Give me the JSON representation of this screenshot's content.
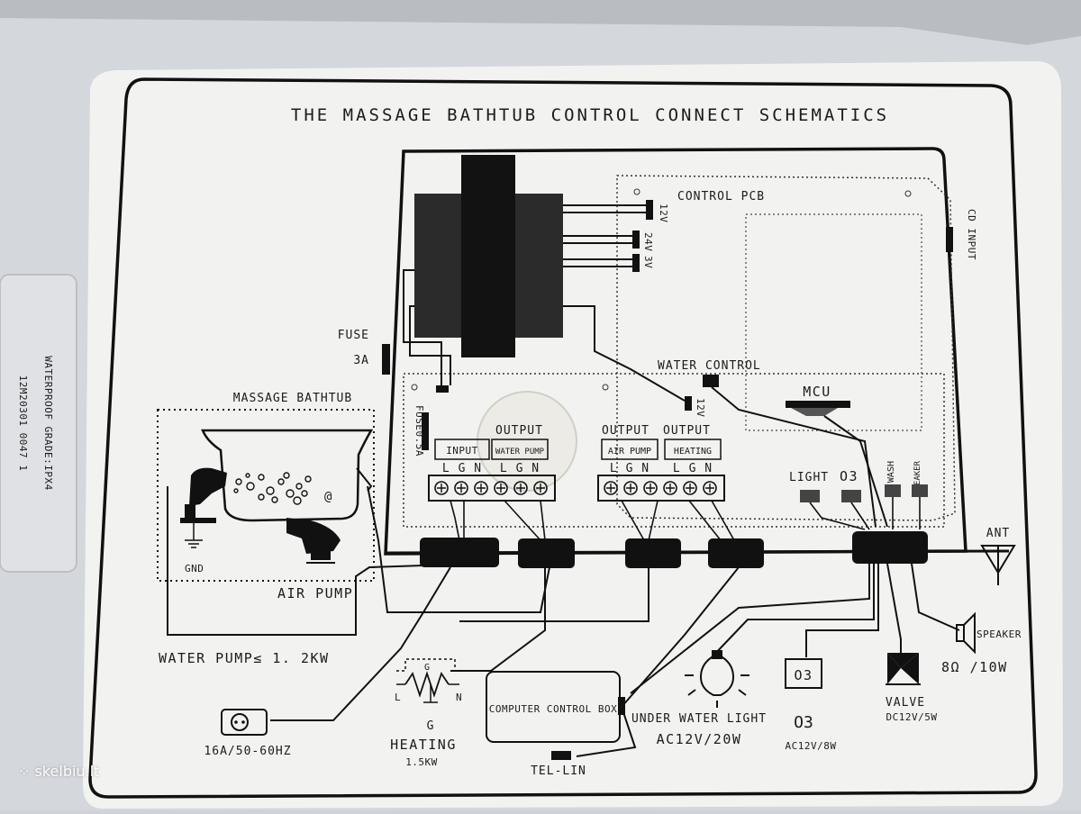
{
  "title": "THE MASSAGE BATHTUB CONTROL CONNECT SCHEMATICS",
  "side_sticker": {
    "line1": "12M20301 0047 1",
    "line2": "WATERPROOF GRADE:IPX4"
  },
  "labels": {
    "control_pcb": "CONTROL PCB",
    "cd_input": "CD INPUT",
    "fuse": "FUSE",
    "fuse_rating": "3A",
    "fuse_small": "FUSE0.5A",
    "v12": "12V",
    "v24": "24V",
    "v3": "3V",
    "v12b": "12V",
    "water_control": "WATER CONTROL",
    "mcu": "MCU",
    "massage_bathtub": "MASSAGE BATHTUB",
    "gnd": "GND",
    "air_pump": "AIR PUMP",
    "water_pump_power": "WATER PUMP≤ 1. 2KW",
    "input": "INPUT",
    "output_water_pump": "OUTPUT",
    "water_pump": "WATER PUMP",
    "output_air_pump": "OUTPUT",
    "air_pump_term": "AIR PUMP",
    "output_heating": "OUTPUT",
    "heating_term": "HEATING",
    "lgn": "L G N",
    "light": "LIGHT",
    "o3": "O3",
    "wash": "WASH",
    "speaker_term": "SPEAKER",
    "ant": "ANT",
    "speaker": "SPEAKER",
    "speaker_rating": "8Ω /10W",
    "valve": "VALVE",
    "valve_rating": "DC12V/5W",
    "o3_device": "O3",
    "o3_rating": "AC12V/8W",
    "under_water_light": "UNDER WATER LIGHT",
    "light_rating": "AC12V/20W",
    "computer_control_box": "COMPUTER CONTROL BOX",
    "tel_lin": "TEL-LIN",
    "heating": "HEATING",
    "heating_power": "1.5KW",
    "heating_g": "G",
    "heat_l": "L",
    "heat_n": "N",
    "heat_g_top": "G",
    "mains": "16A/50-60HZ",
    "o3_symbol": "O3"
  },
  "watermark": "skelbiu.lt"
}
